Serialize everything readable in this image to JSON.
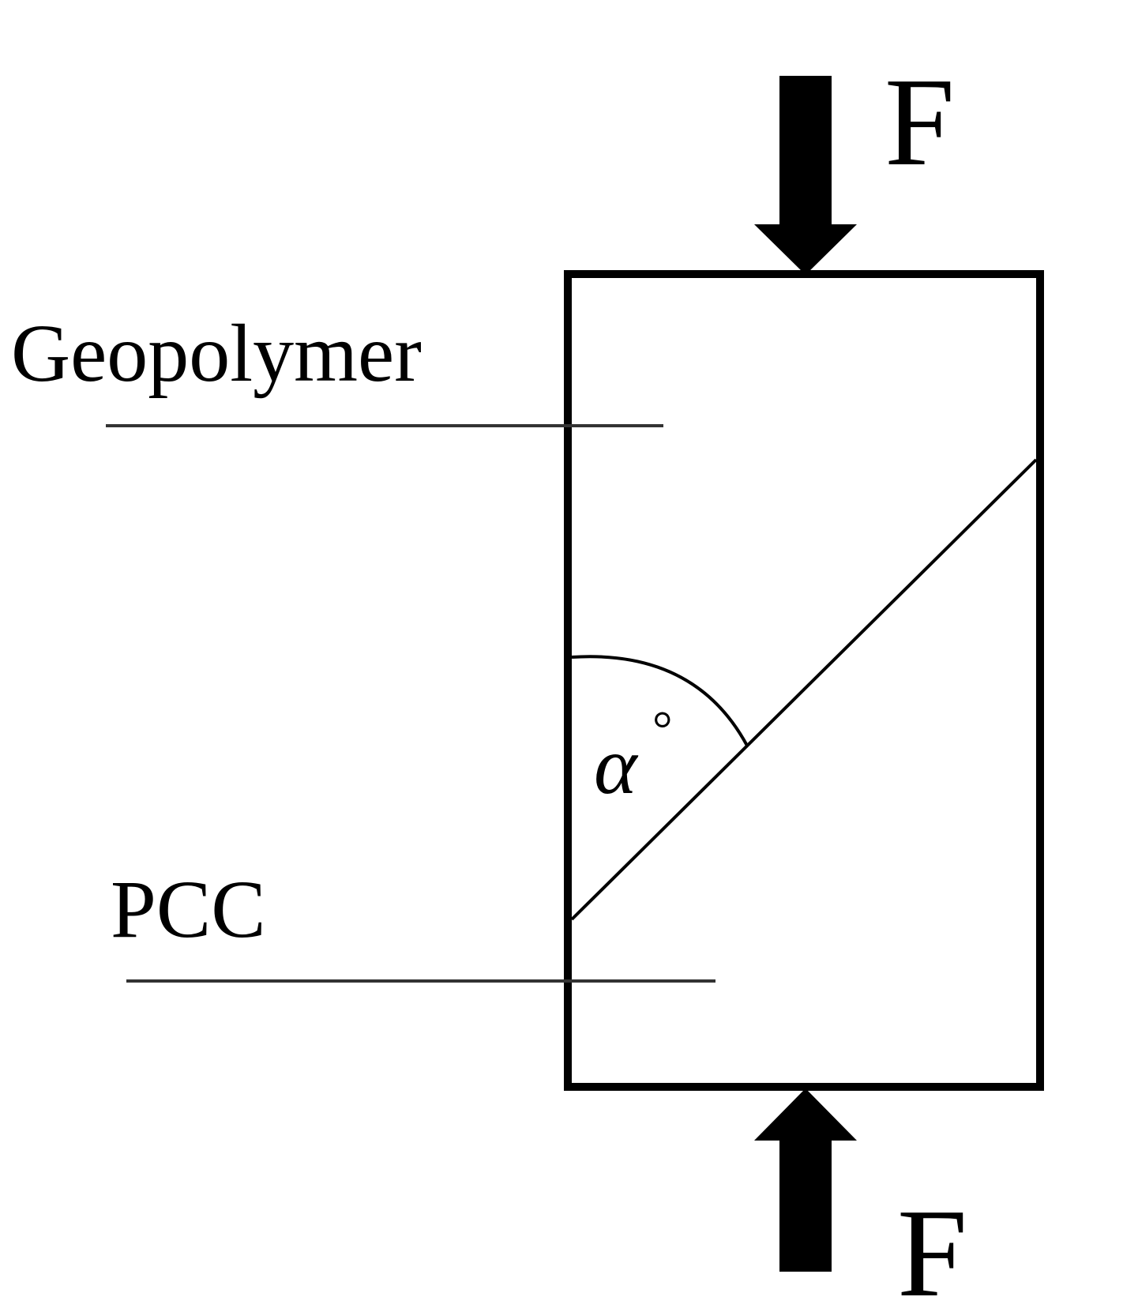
{
  "diagram": {
    "force_top_label": "F",
    "force_bottom_label": "F",
    "upper_material_label": "Geopolymer",
    "lower_material_label": "PCC",
    "angle_symbol": "α",
    "angle_unit": "°"
  }
}
